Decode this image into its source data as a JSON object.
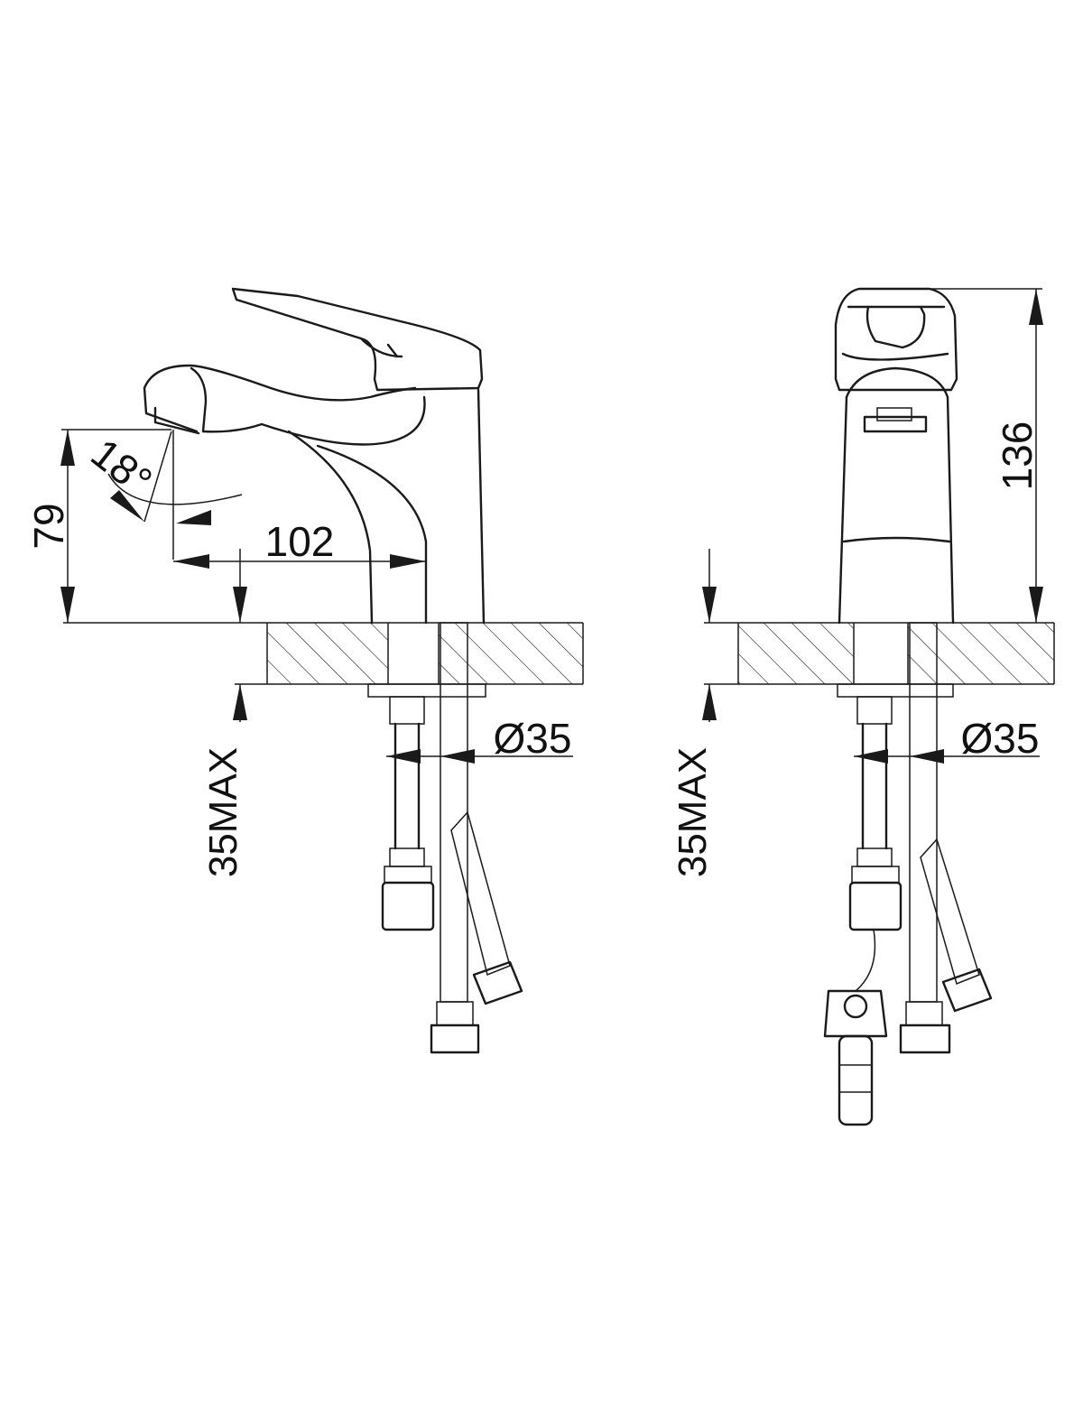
{
  "dimensions": {
    "side_height": "79",
    "spout_angle": "18°",
    "spout_reach": "102",
    "side_counter_max": "35MAX",
    "side_hole_diameter": "Ø35",
    "front_height": "136",
    "front_counter_max": "35MAX",
    "front_hole_diameter": "Ø35"
  }
}
